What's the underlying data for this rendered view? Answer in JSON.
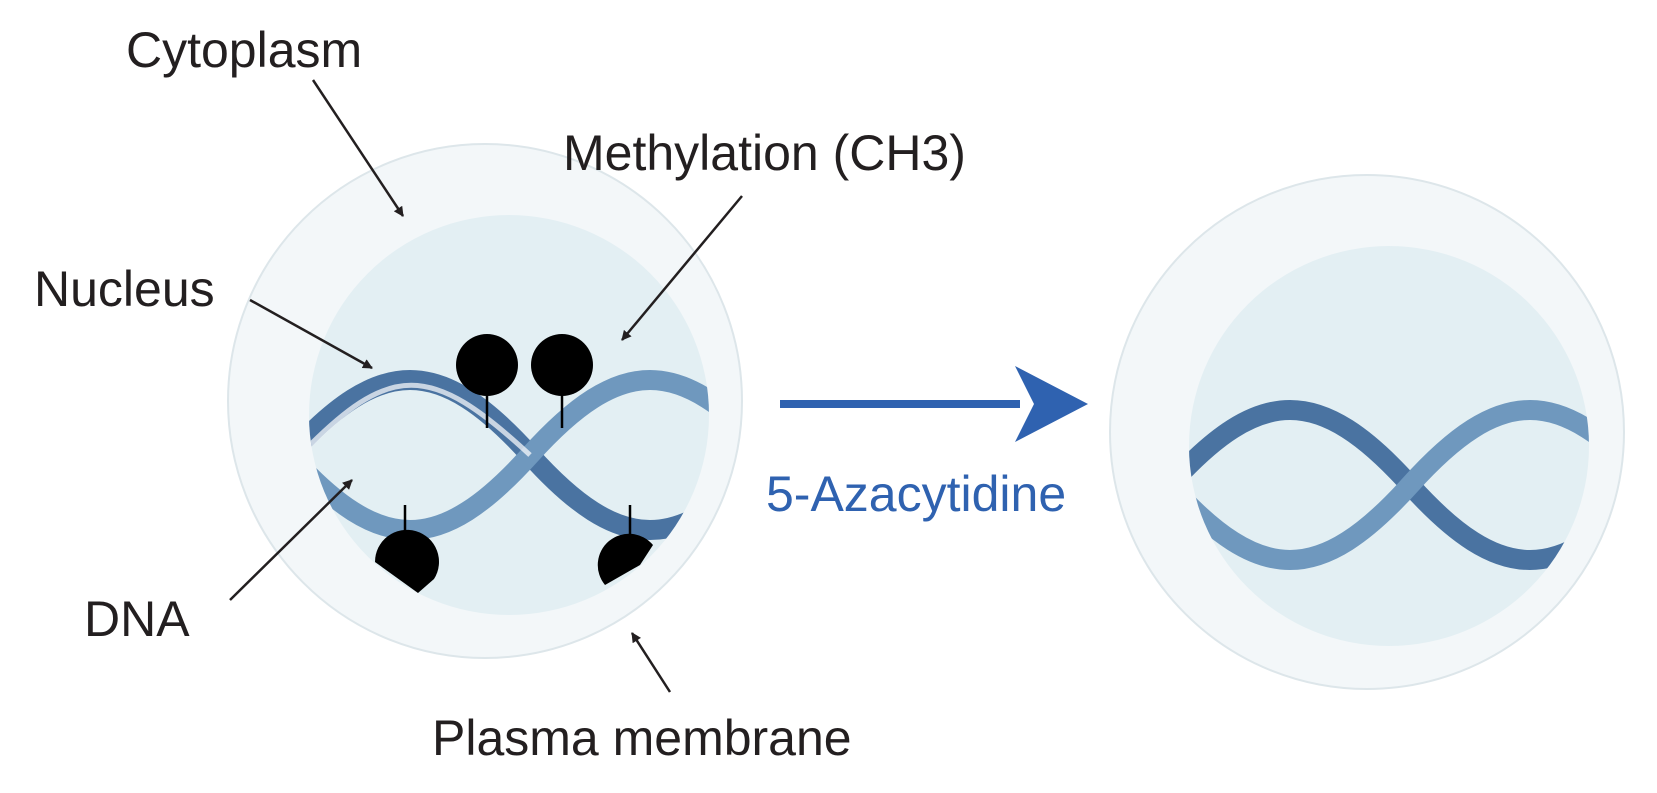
{
  "labels": {
    "cytoplasm": "Cytoplasm",
    "methylation": "Methylation (CH3)",
    "nucleus": "Nucleus",
    "dna": "DNA",
    "plasma_membrane": "Plasma membrane",
    "drug": "5-Azacytidine"
  },
  "colors": {
    "cell_fill": "#f3f7f9",
    "cell_stroke": "#dde6ea",
    "nucleus_fill": "#e3eff3",
    "dna_light": "#6f98be",
    "dna_dark": "#4a73a1",
    "methyl": "#000000",
    "arrow_blue": "#2f62b0",
    "text": "#231f20"
  }
}
